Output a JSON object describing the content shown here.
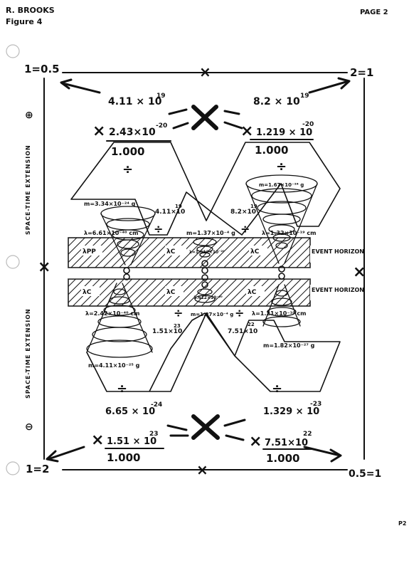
{
  "header": {
    "author": "R. BROOKS",
    "figure": "Figure 4",
    "page": "PAGE 2"
  },
  "corners": {
    "top_left": "1=0.5",
    "top_right": "2=1",
    "bottom_left": "1=2",
    "bottom_right": "0.5=1"
  },
  "edge_marks": {
    "top": "×",
    "bottom": "×",
    "left": "×",
    "right": "×"
  },
  "side_labels": {
    "upper": "SPACE-TIME EXTENSION",
    "lower": "SPACE-TIME EXTENSION",
    "plus_symbol": "⊕",
    "minus_symbol": "⊖"
  },
  "top": {
    "left_value": "4.11 × 10",
    "left_exp": "19",
    "right_value": "8.2 × 10",
    "right_exp": "19",
    "left_fraction_num": "2.43×10",
    "left_fraction_num_exp": "-20",
    "left_fraction_den": "1.000",
    "right_fraction_num": "1.219 × 10",
    "right_fraction_num_exp": "-20",
    "right_fraction_den": "1.000"
  },
  "bottom": {
    "left_value": "6.65 × 10",
    "left_exp": "-24",
    "right_value": "1.329 × 10",
    "right_exp": "-23",
    "left_fraction_num": "1.51 × 10",
    "left_fraction_num_exp": "23",
    "left_fraction_den": "1.000",
    "right_fraction_num": "7.51×10",
    "right_fraction_num_exp": "22",
    "right_fraction_den": "1.000"
  },
  "masses": {
    "upper_left": "m=3.34×10⁻²⁴ g",
    "upper_right": "m=1.67×10⁻²⁴ g",
    "center_upper": "m=1.37×10⁻⁴ g",
    "center_lower": "m=1.37×10⁻⁴ g",
    "lower_right": "m=1.82×10⁻²⁷ g",
    "lower_left": "m=4.11×10⁻²⁵ g"
  },
  "wavelengths": {
    "upper_left": "λ=6.61×10⁻⁴⁰ cm",
    "upper_right": "λ=1.32×10⁻¹⁹ cm",
    "center": "λ=1.612×10⁻²⁰",
    "lower_center": "1.612×10⁻²⁰",
    "lower_left": "λ=2.42×10⁻⁴⁰ cm",
    "lower_right": "λ=1.21×10⁻¹⁰ cm"
  },
  "inner_values": {
    "upper_left": "4.11×10",
    "upper_left_exp": "19",
    "upper_right": "8.2×10",
    "upper_right_exp": "19",
    "lower_left": "1.51×10",
    "lower_left_exp": "23",
    "lower_right": "7.51×10",
    "lower_right_exp": "22"
  },
  "band_labels": {
    "upper": "EVENT HORIZON",
    "lower": "EVENT HORIZON",
    "c_upper_left": "λPP",
    "c_upper_center": "λC",
    "c_upper_right": "λC",
    "c_lower_left": "λC",
    "c_lower_center": "λC",
    "c_lower_right": "λC"
  },
  "symbols": {
    "divide": "÷",
    "big_x": "×"
  },
  "margin_note": "P2"
}
